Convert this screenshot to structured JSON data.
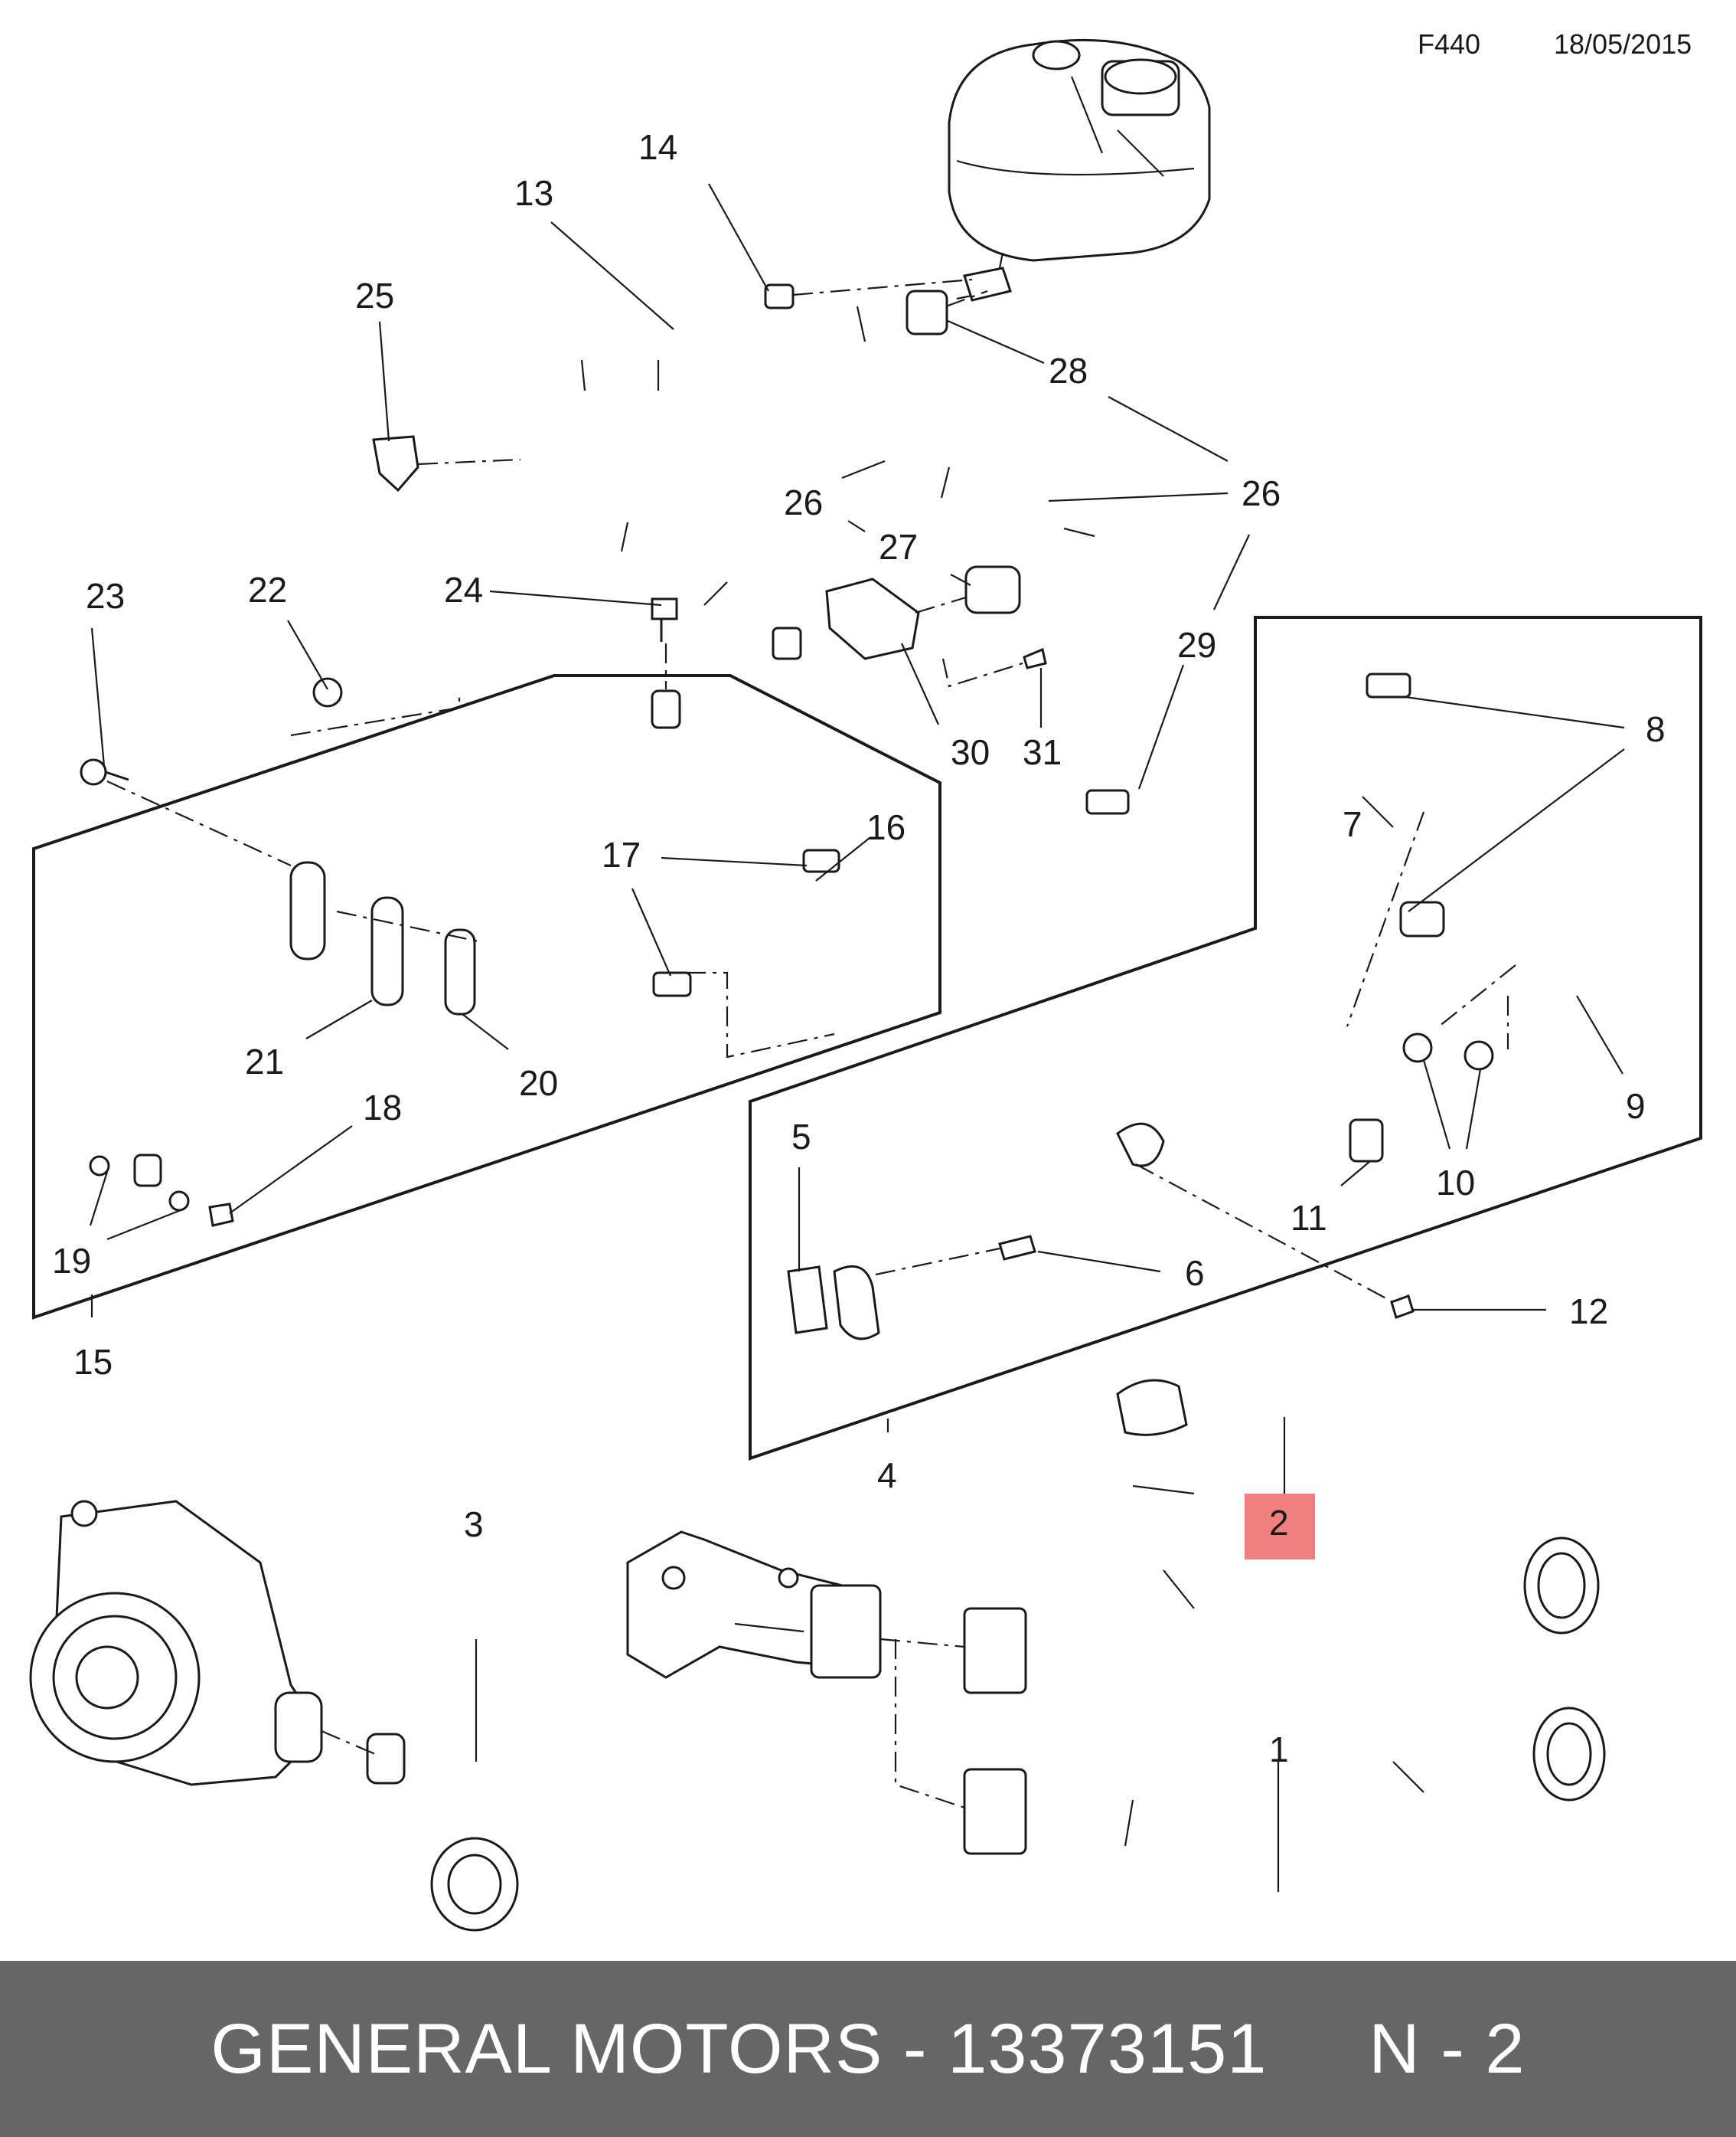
{
  "header": {
    "code": "F440",
    "date": "18/05/2015"
  },
  "callouts": [
    "1",
    "2",
    "3",
    "4",
    "5",
    "6",
    "7",
    "8",
    "9",
    "10",
    "11",
    "12",
    "13",
    "14",
    "15",
    "16",
    "17",
    "18",
    "19",
    "20",
    "21",
    "22",
    "23",
    "24",
    "25",
    "26",
    "26",
    "27",
    "28",
    "29",
    "30",
    "31"
  ],
  "highlight": {
    "label": "2",
    "color": "#f08080"
  },
  "footer": {
    "brand": "GENERAL MOTORS",
    "separator": " - ",
    "part_number": "13373151",
    "gap": "     ",
    "position": "N - 2"
  },
  "colors": {
    "line": "#1a1a1a",
    "footer_bg": "#666666",
    "footer_text": "#ffffff"
  }
}
